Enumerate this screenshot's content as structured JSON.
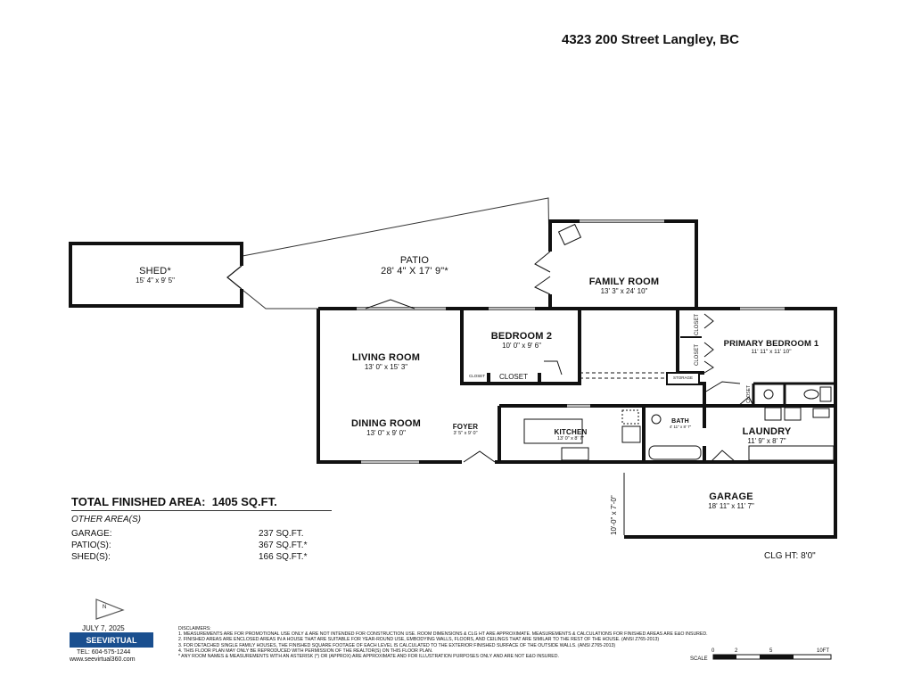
{
  "address": "4323 200 Street Langley, BC",
  "rooms": {
    "shed": {
      "name": "SHED*",
      "dims": "15' 4\" x 9' 5\""
    },
    "patio": {
      "name": "PATIO",
      "dims": "28' 4\" X 17' 9\"*"
    },
    "family_room": {
      "name": "FAMILY ROOM",
      "dims": "13' 3\" x 24' 10\""
    },
    "living_room": {
      "name": "LIVING ROOM",
      "dims": "13' 0\" x 15' 3\""
    },
    "bedroom_2": {
      "name": "BEDROOM 2",
      "dims": "10' 0\" x 9' 6\""
    },
    "primary_bedroom": {
      "name": "PRIMARY BEDROOM 1",
      "dims": "11' 11\" x 11' 10\""
    },
    "dining_room": {
      "name": "DINING ROOM",
      "dims": "13' 0\" x 9' 0\""
    },
    "foyer": {
      "name": "FOYER",
      "dims": "3' 5\" x 9' 0\""
    },
    "kitchen": {
      "name": "KITCHEN",
      "dims": "13' 0\" x 8' 7\""
    },
    "bath": {
      "name": "BATH",
      "dims": "4' 11\" x 8' 7\""
    },
    "laundry": {
      "name": "LAUNDRY",
      "dims": "11' 9\" x 8' 7\""
    },
    "garage": {
      "name": "GARAGE",
      "dims": "18' 11\" x 11' 7\""
    }
  },
  "labels": {
    "closet": "CLOSET",
    "storage": "STORAGE",
    "garage_door": "10'-0\" x 7'-0\""
  },
  "summary": {
    "total_label": "TOTAL FINISHED AREA:",
    "total_value": "1405 SQ.FT.",
    "other_heading": "OTHER AREA(S)",
    "rows": [
      {
        "label": "GARAGE:",
        "value": "237 SQ.FT."
      },
      {
        "label": "PATIO(S):",
        "value": "367 SQ.FT.*"
      },
      {
        "label": "SHED(S):",
        "value": "166 SQ.FT.*"
      }
    ]
  },
  "clg_ht": "CLG HT: 8'0\"",
  "north": "N",
  "date": "JULY 7, 2025",
  "brand": {
    "name": "SEEVIRTUAL",
    "tel": "TEL: 604-575-1244",
    "web": "www.seevirtual360.com",
    "color": "#1a4f8f"
  },
  "disclaimers": {
    "heading": "DISCLAIMERS:",
    "lines": [
      "1. MEASUREMENTS ARE FOR PROMOTIONAL USE ONLY & ARE NOT INTENDED FOR CONSTRUCTION USE. ROOM DIMENSIONS & CLG HT ARE APPROXIMATE. MEASUREMENTS & CALCULATIONS FOR FINISHED AREAS ARE E&O INSURED.",
      "2. FINISHED AREAS ARE ENCLOSED AREAS IN A HOUSE THAT ARE SUITABLE FOR YEAR-ROUND USE, EMBODYING WALLS, FLOORS, AND CEILINGS THAT ARE SIMILAR TO THE REST OF THE HOUSE. (ANSI Z765-2013)",
      "3. FOR DETACHED SINGLE FAMILY HOUSES, THE FINISHED SQUARE FOOTAGE OF EACH LEVEL IS CALCULATED TO THE EXTERIOR FINISHED SURFACE OF THE OUTSIDE WALLS. (ANSI Z765-2013)",
      "4. THIS FLOOR PLAN MAY ONLY BE REPRODUCED WITH PERMISSION OF THE REALTOR(S) ON THIS FLOOR PLAN.",
      "* ANY ROOM NAMES & MEASUREMENTS WITH AN ASTERISK (*) OR (APPROX) ARE APPROXIMATE AND FOR ILLUSTRATION PURPOSES ONLY AND ARE NOT E&O INSURED."
    ]
  },
  "scale": {
    "label": "SCALE",
    "ticks": [
      "0",
      "2",
      "5",
      "10FT"
    ]
  }
}
